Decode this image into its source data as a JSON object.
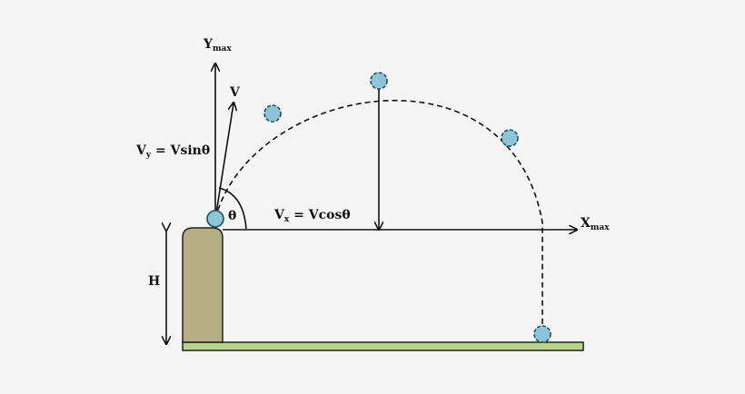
{
  "labels": {
    "y_max": {
      "main": "Y",
      "sub": "max"
    },
    "x_max": {
      "main": "X",
      "sub": "max"
    },
    "velocity": "V",
    "vy": {
      "main": "V",
      "sub": "y",
      "rest": " = Vsinθ"
    },
    "vx": {
      "main": "V",
      "sub": "x",
      "rest": " = Vcosθ"
    },
    "angle": "θ",
    "height": "H"
  },
  "colors": {
    "background": "#f5f5f5",
    "ball_fill": "#8ec5d6",
    "ball_stroke": "#1d4f63",
    "tower_fill": "#b5ae85",
    "ground_fill": "#b9d28d",
    "line": "#111111"
  }
}
